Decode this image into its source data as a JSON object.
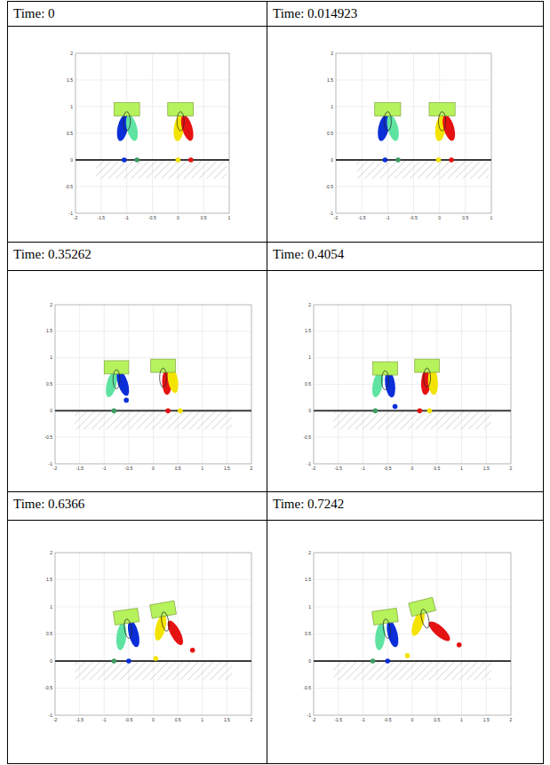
{
  "diagram": {
    "nodes": [
      {
        "text": [
          "Time: 0"
        ]
      },
      {
        "text": [
          "Time: 0.014923"
        ]
      },
      {
        "text": [
          "Time: 0.35262"
        ]
      },
      {
        "text": [
          "Time: 0.4054"
        ]
      },
      {
        "text": [
          "Time: 0.6366"
        ]
      },
      {
        "text": [
          "Time: 0.7242"
        ]
      }
    ],
    "labels": [
      "2",
      "1.5",
      "1",
      "0.5",
      "0",
      "-0.5",
      "-1",
      "-2",
      "-1.5",
      "-1",
      "-0.5",
      "0",
      "0.5",
      "1",
      "2",
      "1.5",
      "1",
      "0.5",
      "0",
      "-0.5",
      "-1",
      "-2",
      "-1.5",
      "-1",
      "-0.5",
      "0",
      "0.5",
      "1",
      "2",
      "1.5",
      "1",
      "0.5",
      "0",
      "-0.5",
      "-1",
      "-2",
      "-1.5",
      "-1",
      "-0.5",
      "0",
      "0.5",
      "1",
      "1.5",
      "2",
      "2",
      "1.5",
      "1",
      "0.5",
      "0",
      "-0.5",
      "-1",
      "-2",
      "-1.5",
      "-1",
      "-0.5",
      "0",
      "0.5",
      "1",
      "1.5",
      "2",
      "2",
      "1.5",
      "1",
      "0.5",
      "0",
      "-0.5",
      "-1",
      "-2",
      "-1.5",
      "-1",
      "-0.5",
      "0",
      "0.5",
      "1",
      "1.5",
      "2",
      "2",
      "1.5",
      "1",
      "0.5",
      "0",
      "-0.5",
      "-1",
      "-2",
      "-1.5",
      "-1",
      "-0.5",
      "0",
      "0.5",
      "1",
      "1.5",
      "2"
    ]
  }
}
